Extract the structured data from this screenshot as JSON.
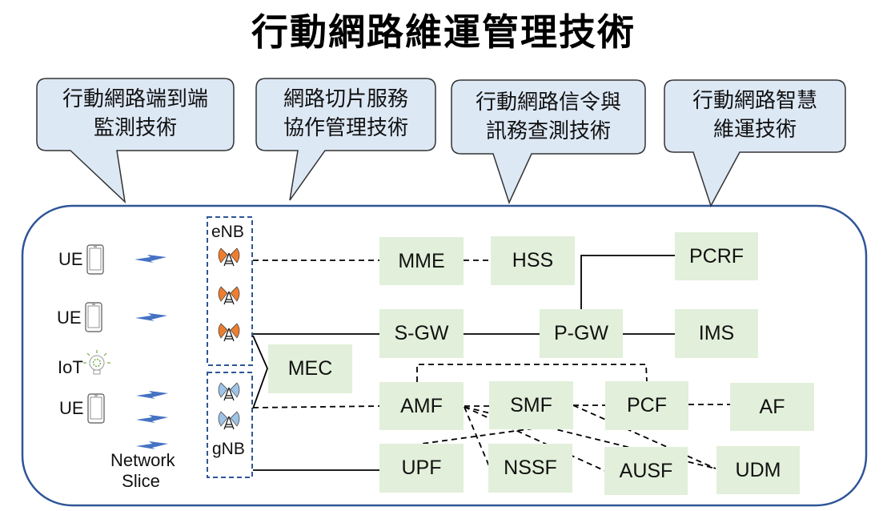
{
  "title": "行動網路維運管理技術",
  "bubbles": [
    {
      "line1": "行動網路端到端",
      "line2": "監測技術"
    },
    {
      "line1": "網路切片服務",
      "line2": "協作管理技術"
    },
    {
      "line1": "行動網路信令與",
      "line2": "訊務查測技術"
    },
    {
      "line1": "行動網路智慧",
      "line2": "維運技術"
    }
  ],
  "devices": {
    "ue1": "UE",
    "ue2": "UE",
    "iot": "IoT",
    "ue3": "UE",
    "network_slice": [
      "Network",
      "Slice"
    ]
  },
  "ran": {
    "enb_label": "eNB",
    "gnb_label": "gNB"
  },
  "network_functions": {
    "mme": "MME",
    "hss": "HSS",
    "pcrf": "PCRF",
    "sgw": "S-GW",
    "pgw": "P-GW",
    "ims": "IMS",
    "mec": "MEC",
    "amf": "AMF",
    "smf": "SMF",
    "pcf": "PCF",
    "af": "AF",
    "upf": "UPF",
    "nssf": "NSSF",
    "ausf": "AUSF",
    "udm": "UDM"
  },
  "colors": {
    "bubble_fill": "#dde8f5",
    "container_border": "#2f5597",
    "nf_fill": "#e2efda",
    "enb_antenna": "#ed7d31",
    "gnb_antenna": "#9dc3e6",
    "signal_bolt": "#4472c4",
    "iot_bulb": "#70ad47"
  }
}
